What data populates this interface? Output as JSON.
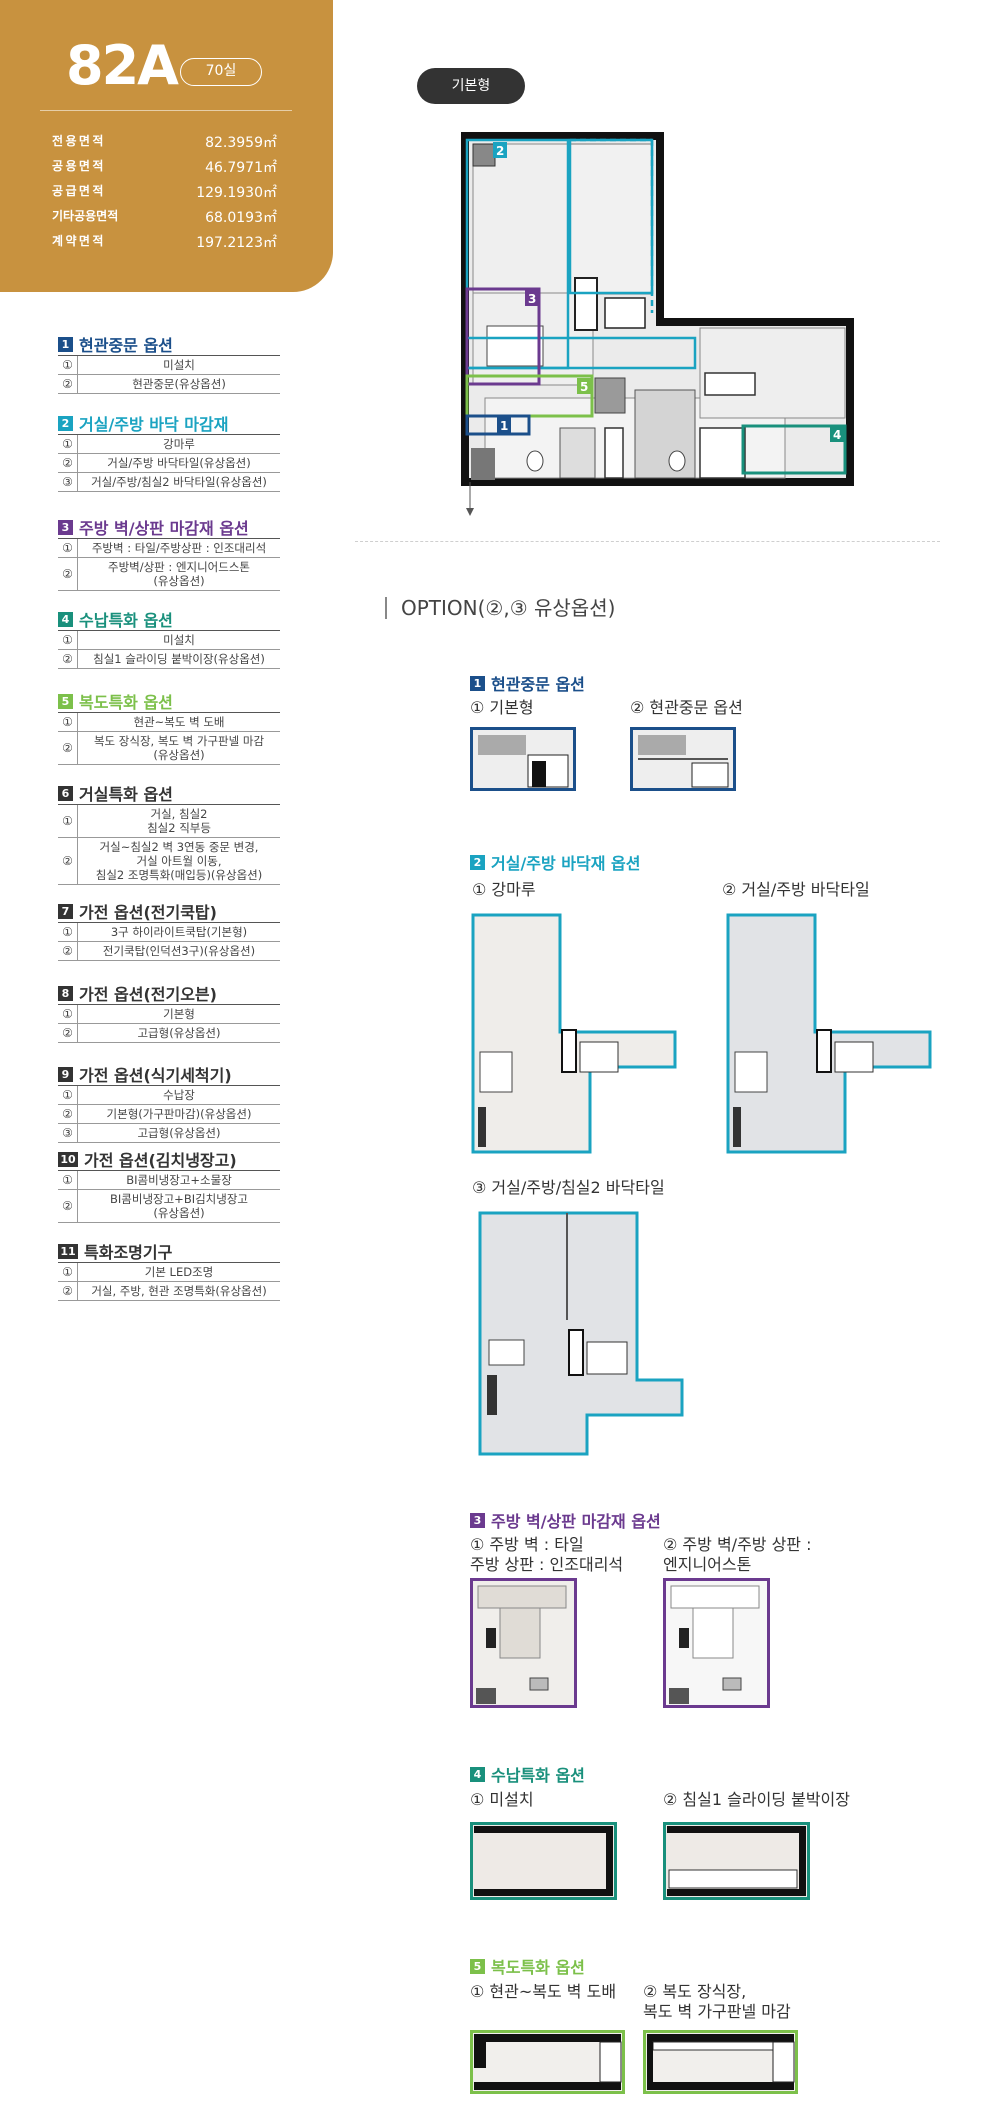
{
  "header": {
    "type_name": "82A",
    "unit_count": "70실",
    "areas": [
      {
        "label": "전용면적",
        "value": "82.3959㎡"
      },
      {
        "label": "공용면적",
        "value": "46.7971㎡"
      },
      {
        "label": "공급면적",
        "value": "129.1930㎡"
      },
      {
        "label": "기타공용면적",
        "value": "68.0193㎡"
      },
      {
        "label": "계약면적",
        "value": "197.2123㎡"
      }
    ]
  },
  "colors": {
    "header_bg": "#c8923f",
    "opt1": "#1b4f8a",
    "opt2": "#1aa3c1",
    "opt3": "#6b3a8f",
    "opt4": "#19907c",
    "opt5": "#7cc04a",
    "default": "#333333"
  },
  "left_options": [
    {
      "num": "1",
      "title": "현관중문 옵션",
      "color": "#1b4f8a",
      "rows": [
        {
          "c": "①",
          "t": "미설치"
        },
        {
          "c": "②",
          "t": "현관중문(유상옵션)"
        }
      ]
    },
    {
      "num": "2",
      "title": "거실/주방 바닥 마감재",
      "color": "#1aa3c1",
      "rows": [
        {
          "c": "①",
          "t": "강마루"
        },
        {
          "c": "②",
          "t": "거실/주방 바닥타일(유상옵션)"
        },
        {
          "c": "③",
          "t": "거실/주방/침실2 바닥타일(유상옵션)"
        }
      ]
    },
    {
      "num": "3",
      "title": "주방 벽/상판 마감재 옵션",
      "color": "#6b3a8f",
      "rows": [
        {
          "c": "①",
          "t": "주방벽 : 타일/주방상판 : 인조대리석"
        },
        {
          "c": "②",
          "t": "주방벽/상판 : 엔지니어드스톤\n(유상옵션)"
        }
      ]
    },
    {
      "num": "4",
      "title": "수납특화 옵션",
      "color": "#19907c",
      "rows": [
        {
          "c": "①",
          "t": "미설치"
        },
        {
          "c": "②",
          "t": "침실1 슬라이딩 붙박이장(유상옵션)"
        }
      ]
    },
    {
      "num": "5",
      "title": "복도특화 옵션",
      "color": "#7cc04a",
      "rows": [
        {
          "c": "①",
          "t": "현관~복도 벽 도배"
        },
        {
          "c": "②",
          "t": "복도 장식장, 복도 벽 가구판넬 마감\n(유상옵션)"
        }
      ]
    },
    {
      "num": "6",
      "title": "거실특화 옵션",
      "color": "#333333",
      "rows": [
        {
          "c": "①",
          "t": "거실, 침실2\n침실2 직부등"
        },
        {
          "c": "②",
          "t": "거실~침실2 벽 3연동 중문 변경,\n거실 아트월 이동,\n침실2 조명특화(매입등)(유상옵션)"
        }
      ]
    },
    {
      "num": "7",
      "title": "가전 옵션(전기쿡탑)",
      "color": "#333333",
      "rows": [
        {
          "c": "①",
          "t": "3구 하이라이트쿡탑(기본형)"
        },
        {
          "c": "②",
          "t": "전기쿡탑(인덕션3구)(유상옵션)"
        }
      ]
    },
    {
      "num": "8",
      "title": "가전 옵션(전기오븐)",
      "color": "#333333",
      "rows": [
        {
          "c": "①",
          "t": "기본형"
        },
        {
          "c": "②",
          "t": "고급형(유상옵션)"
        }
      ]
    },
    {
      "num": "9",
      "title": "가전 옵션(식기세척기)",
      "color": "#333333",
      "rows": [
        {
          "c": "①",
          "t": "수납장"
        },
        {
          "c": "②",
          "t": "기본형(가구판마감)(유상옵션)"
        },
        {
          "c": "③",
          "t": "고급형(유상옵션)"
        }
      ]
    },
    {
      "num": "10",
      "title": "가전 옵션(김치냉장고)",
      "color": "#333333",
      "rows": [
        {
          "c": "①",
          "t": "BI콤비냉장고+소물장"
        },
        {
          "c": "②",
          "t": "BI콤비냉장고+BI김치냉장고\n(유상옵션)"
        }
      ]
    },
    {
      "num": "11",
      "title": "특화조명기구",
      "color": "#333333",
      "rows": [
        {
          "c": "①",
          "t": "기본 LED조명"
        },
        {
          "c": "②",
          "t": "거실, 주방, 현관 조명특화(유상옵션)"
        }
      ]
    }
  ],
  "plan": {
    "badge": "기본형",
    "markers": [
      "1",
      "2",
      "3",
      "4",
      "5"
    ]
  },
  "option_header": "OPTION(②,③ 유상옵션)",
  "right_sections": {
    "s1": {
      "num": "1",
      "title": "현관중문 옵션",
      "color": "#1b4f8a",
      "cap1": "① 기본형",
      "cap2": "② 현관중문 옵션"
    },
    "s2": {
      "num": "2",
      "title": "거실/주방 바닥재 옵션",
      "color": "#1aa3c1",
      "cap1": "① 강마루",
      "cap2": "② 거실/주방 바닥타일",
      "cap3": "③  거실/주방/침실2 바닥타일"
    },
    "s3": {
      "num": "3",
      "title": "주방 벽/상판 마감재 옵션",
      "color": "#6b3a8f",
      "cap1": "① 주방 벽 : 타일\n    주방 상판 : 인조대리석",
      "cap2": "② 주방 벽/주방 상판 :\n    엔지니어스톤"
    },
    "s4": {
      "num": "4",
      "title": "수납특화 옵션",
      "color": "#19907c",
      "cap1": "① 미설치",
      "cap2": "② 침실1 슬라이딩 붙박이장"
    },
    "s5": {
      "num": "5",
      "title": "복도특화 옵션",
      "color": "#7cc04a",
      "cap1": "① 현관~복도 벽 도배",
      "cap2": "② 복도 장식장,\n    복도 벽 가구판넬 마감"
    }
  }
}
